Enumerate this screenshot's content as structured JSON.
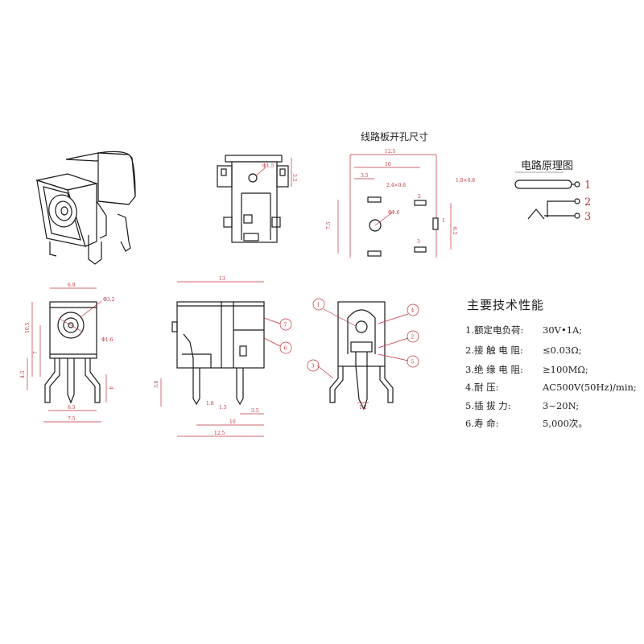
{
  "pcb_title": "线路板开孔尺寸",
  "schematic_title": "电路原理图",
  "spec_title": "主要技术性能",
  "specs": [
    {
      "label": "1.额定电负荷:",
      "value": "30V•1A;"
    },
    {
      "label": "2.接 触 电 阻:",
      "value": "≤0.03Ω;"
    },
    {
      "label": "3.绝 缘 电 阻:",
      "value": "≥100MΩ;"
    },
    {
      "label": "4.耐         压:",
      "value": "AC500V(50Hz)/min;"
    },
    {
      "label": "5.插   拔   力:",
      "value": "3~20N;"
    },
    {
      "label": "6.寿         命:",
      "value": "5,000次。"
    }
  ],
  "schematic_pins": [
    "1",
    "2",
    "3"
  ],
  "callouts": [
    "1",
    "2",
    "3",
    "4",
    "5",
    "6",
    "7"
  ],
  "dims": {
    "pcb": {
      "w125": "12.5",
      "w10": "10",
      "w35": "3.5",
      "slot": "1.8×0.8",
      "slot2": "2.4×0.8",
      "hole": "Φ1.6",
      "h75": "7.5",
      "h65": "6.5",
      "w3": "3",
      "p1": "1",
      "p2": "2"
    },
    "top": {
      "hole": "Φ1.5",
      "h35": "3.5"
    },
    "front": {
      "w69": "6.9",
      "d32": "Φ3.2",
      "d16": "Φ1.6",
      "h105": "10.5",
      "h7": "7",
      "h45": "4.5",
      "h4": "4",
      "w65": "6.5",
      "w75": "7.5"
    },
    "side": {
      "w13": "13",
      "h36": "3.6",
      "w18": "1.8",
      "w15": "1.5",
      "w35": "3.5",
      "w10": "10",
      "w125": "12.5"
    },
    "section": {
      "w12": "1.2"
    }
  },
  "colors": {
    "line": "#1a1a1a",
    "dimension": "#c0303a"
  }
}
